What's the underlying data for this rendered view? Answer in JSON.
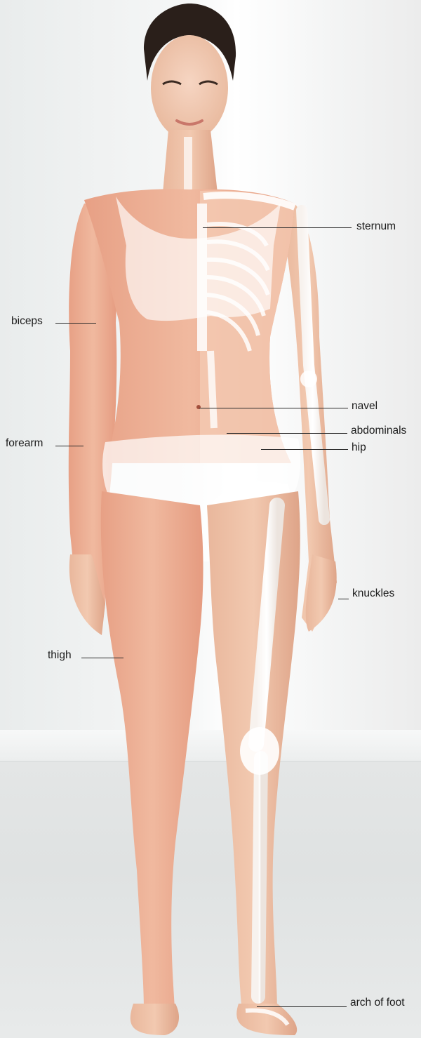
{
  "labels": {
    "sternum": "sternum",
    "biceps": "biceps",
    "navel": "navel",
    "abdominals": "abdominals",
    "forearm": "forearm",
    "hip": "hip",
    "knuckles": "knuckles",
    "thigh": "thigh",
    "arch_of_foot": "arch of foot"
  }
}
